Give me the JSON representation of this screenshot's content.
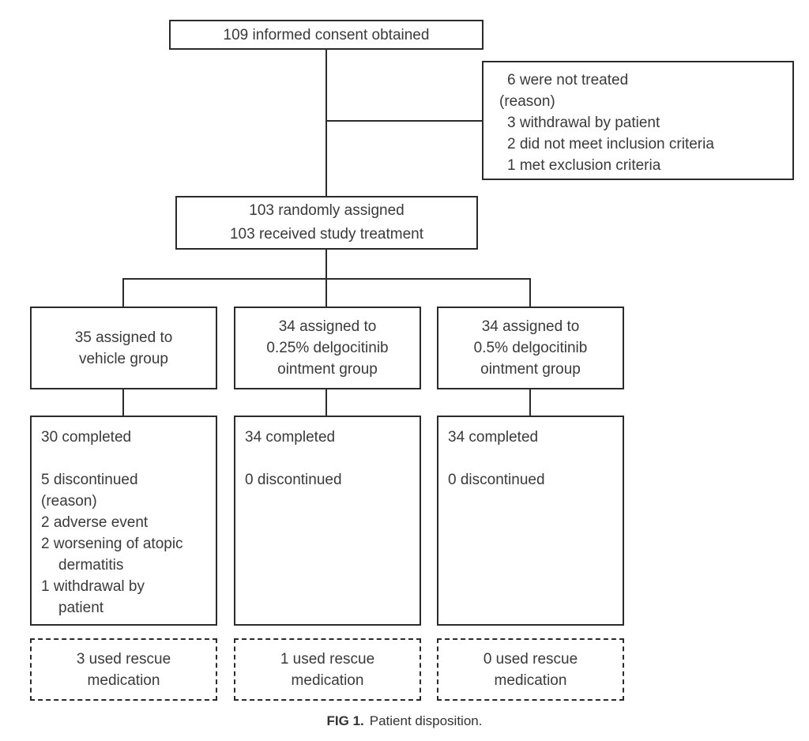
{
  "palette": {
    "line_color": "#2b2b2b",
    "text_color": "#3a3a3a",
    "background": "#ffffff"
  },
  "consent_box": {
    "text": "109 informed consent obtained"
  },
  "not_treated_box": {
    "lines": [
      "6 were not treated",
      "(reason)",
      "3 withdrawal by patient",
      "2 did not meet inclusion criteria",
      "1 met exclusion criteria"
    ]
  },
  "randomized_box": {
    "lines": [
      "103 randomly assigned",
      "103 received study treatment"
    ]
  },
  "groups": [
    {
      "assigned_lines": [
        "35 assigned to",
        "vehicle group"
      ],
      "outcome_lines": [
        "30 completed",
        "5 discontinued",
        "(reason)",
        "2 adverse event",
        "2 worsening of atopic",
        "dermatitis",
        "1 withdrawal by",
        "patient"
      ],
      "rescue_lines": [
        "3 used rescue",
        "medication"
      ]
    },
    {
      "assigned_lines": [
        "34 assigned to",
        "0.25% delgocitinib",
        "ointment group"
      ],
      "outcome_lines": [
        "34 completed",
        "0 discontinued"
      ],
      "rescue_lines": [
        "1 used rescue",
        "medication"
      ]
    },
    {
      "assigned_lines": [
        "34 assigned to",
        "0.5% delgocitinib",
        "ointment group"
      ],
      "outcome_lines": [
        "34 completed",
        "0 discontinued"
      ],
      "rescue_lines": [
        "0 used rescue",
        "medication"
      ]
    }
  ],
  "caption": {
    "label": "FIG 1.",
    "text": "Patient disposition."
  }
}
